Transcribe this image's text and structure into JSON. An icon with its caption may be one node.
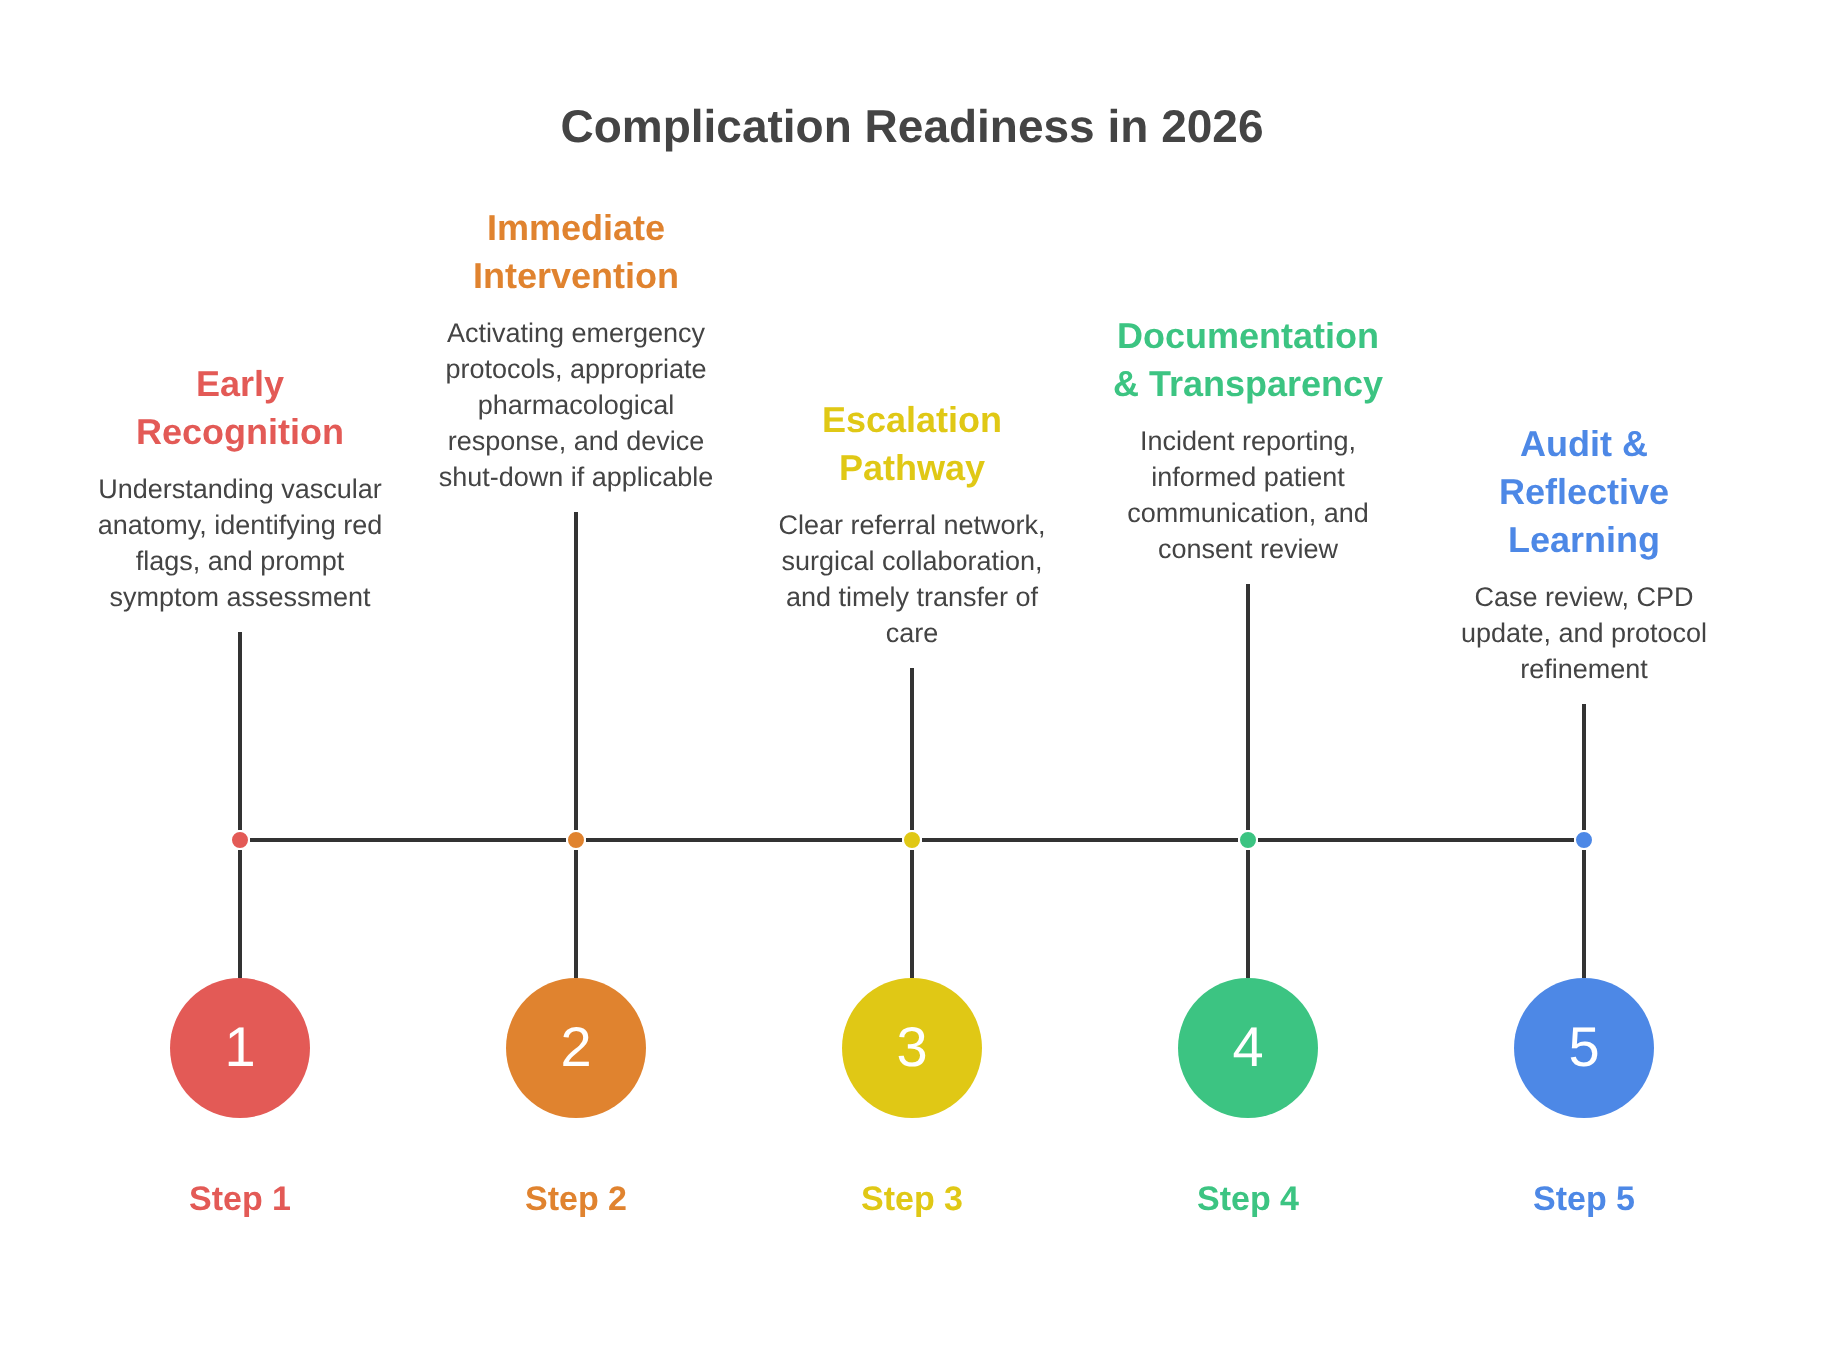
{
  "diagram": {
    "title": "Complication Readiness in 2026",
    "nodes": [
      {
        "text": [
          "Early Recognition",
          "Understanding vascular anatomy, identifying red flags, and prompt symptom assessment"
        ]
      },
      {
        "text": [
          "Immediate Intervention",
          "Activating emergency protocols, appropriate pharmacological response, and device shut-down if applicable"
        ]
      },
      {
        "text": [
          "Escalation Pathway",
          "Clear referral network, surgical collaboration, and timely transfer of care"
        ]
      },
      {
        "text": [
          "Documentation & Transparency",
          "Incident reporting, informed patient communication, and consent review"
        ]
      },
      {
        "text": [
          "Audit & Reflective Learning",
          "Case review, CPD update, and protocol refinement"
        ]
      },
      {
        "text": [],
        "shape": "circle"
      },
      {
        "text": [],
        "shape": "circle"
      },
      {
        "text": [],
        "shape": "circle"
      },
      {
        "text": [],
        "shape": "circle"
      },
      {
        "text": [],
        "shape": "circle"
      },
      {
        "text": [
          "1"
        ],
        "beside": [
          "Step 1"
        ]
      },
      {
        "text": [
          "2"
        ],
        "beside": [
          "Step 2"
        ]
      },
      {
        "text": [
          "3"
        ],
        "beside": [
          "Step 3"
        ]
      },
      {
        "text": [
          "4"
        ],
        "beside": [
          "Step 4"
        ]
      },
      {
        "text": [
          "5"
        ],
        "beside": [
          "Step 5"
        ]
      }
    ],
    "edges": [
      {
        "from": 0,
        "to": 5,
        "arrow": "none"
      },
      {
        "from": 1,
        "to": 6,
        "arrow": "none"
      },
      {
        "from": 2,
        "to": 7,
        "arrow": "none"
      },
      {
        "from": 3,
        "to": 8,
        "arrow": "none"
      },
      {
        "from": 4,
        "to": 9,
        "arrow": "none"
      },
      {
        "from": 5,
        "to": 6,
        "arrow": "none"
      },
      {
        "from": 6,
        "to": 7,
        "arrow": "none"
      },
      {
        "from": 7,
        "to": 8,
        "arrow": "none"
      },
      {
        "from": 8,
        "to": 9,
        "arrow": "none"
      },
      {
        "from": 5,
        "to": 10,
        "arrow": "none"
      },
      {
        "from": 6,
        "to": 11,
        "arrow": "none"
      },
      {
        "from": 7,
        "to": 12,
        "arrow": "none"
      },
      {
        "from": 8,
        "to": 13,
        "arrow": "none"
      },
      {
        "from": 9,
        "to": 14,
        "arrow": "none"
      }
    ]
  }
}
